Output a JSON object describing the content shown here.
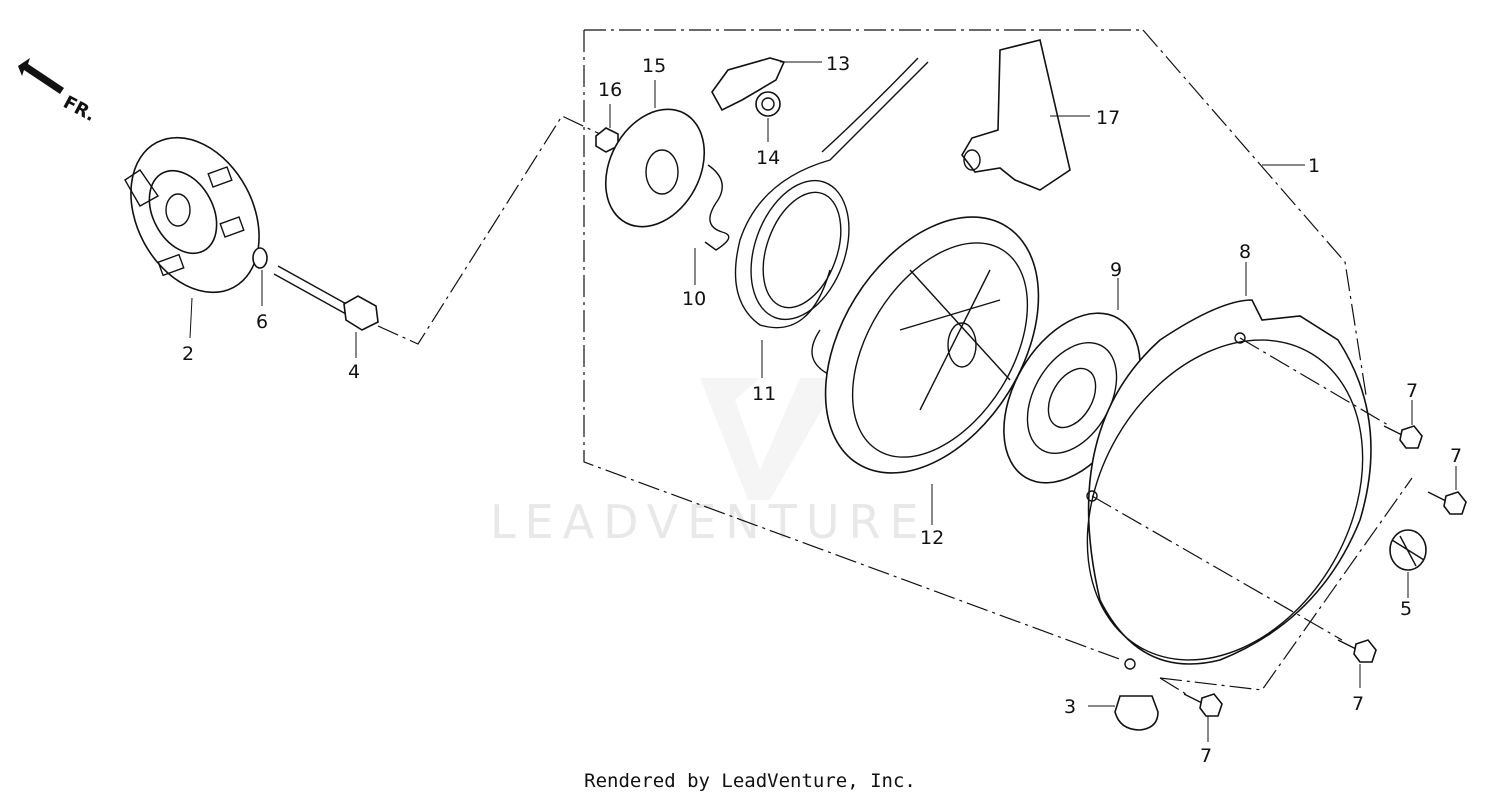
{
  "direction_label": "FR.",
  "watermark": "LEADVENTURE",
  "footer": "Rendered by LeadVenture, Inc.",
  "callouts": {
    "c1": "1",
    "c2": "2",
    "c3": "3",
    "c4": "4",
    "c5": "5",
    "c6": "6",
    "c7a": "7",
    "c7b": "7",
    "c7c": "7",
    "c7d": "7",
    "c8": "8",
    "c9": "9",
    "c10": "10",
    "c11": "11",
    "c12": "12",
    "c13": "13",
    "c14": "14",
    "c15": "15",
    "c16": "16",
    "c17": "17"
  }
}
